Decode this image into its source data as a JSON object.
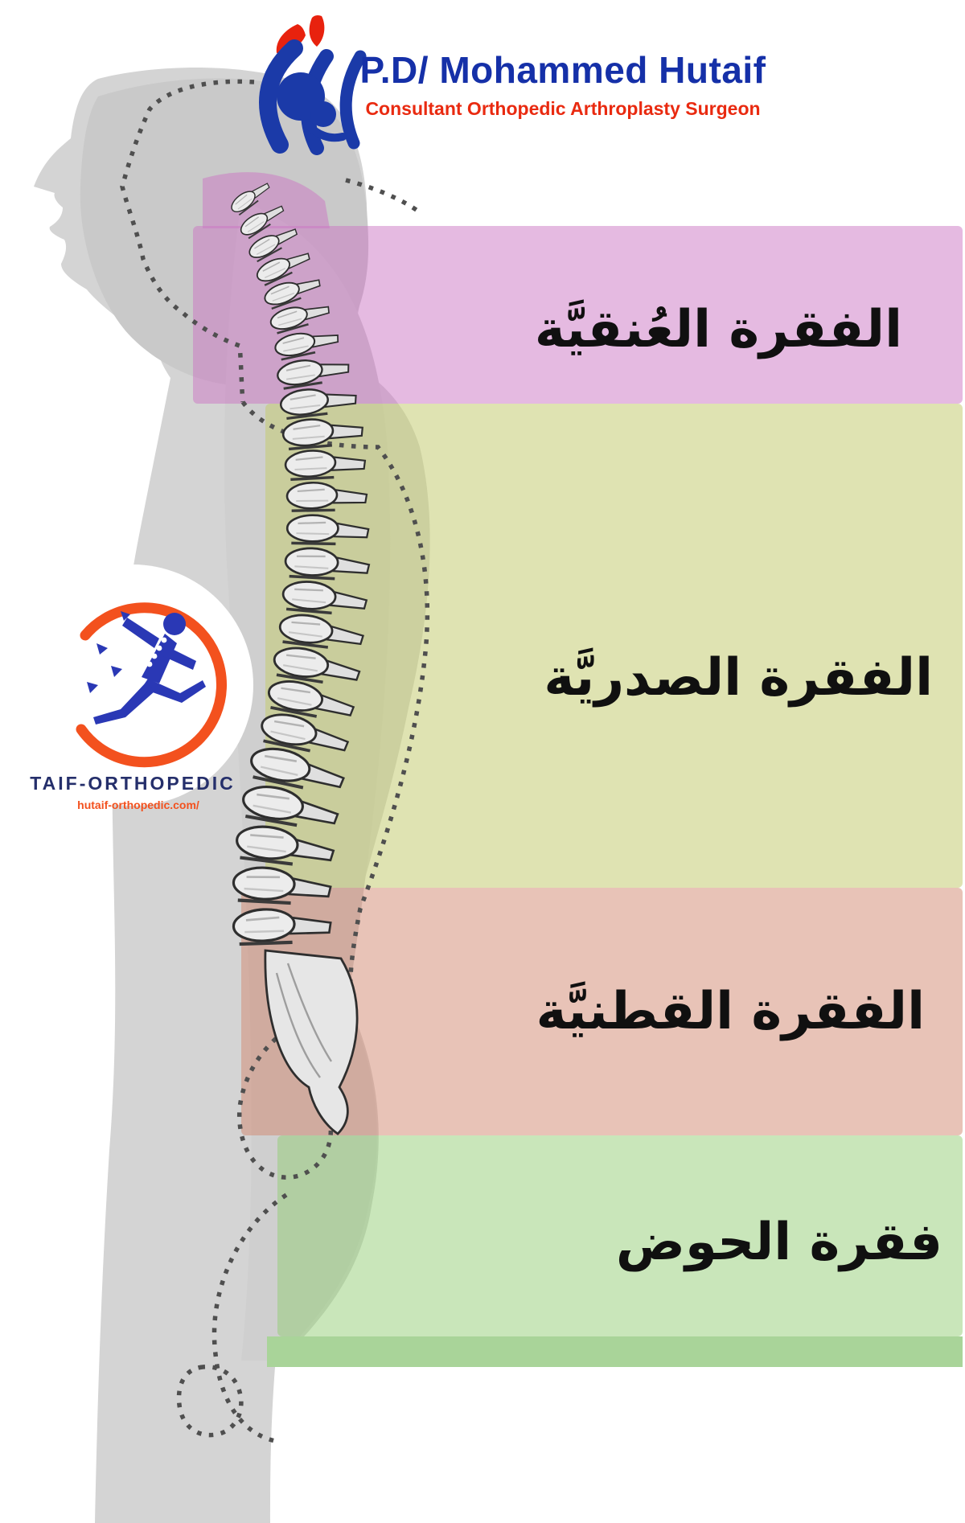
{
  "header": {
    "title": "P.D/ Mohammed Hutaif",
    "subtitle": "Consultant Orthopedic Arthroplasty Surgeon",
    "title_color": "#1530A8",
    "subtitle_color": "#E92A10"
  },
  "brand_badge": {
    "name": "TAIF-ORTHOPEDIC",
    "url": "hutaif-orthopedic.com/",
    "name_color": "#252F6B",
    "url_color": "#F3511E"
  },
  "bands": [
    {
      "label": "الفقرة العُنقيَّة",
      "color_hex": "#CB75C3"
    },
    {
      "label": "الفقرة الصدريَّة",
      "color_hex": "#C5CC73"
    },
    {
      "label": "الفقرة القطنيَّة",
      "color_hex": "#D1876F"
    },
    {
      "label": "فقرة الحوض",
      "color_hex": "#93CD75"
    }
  ],
  "colors": {
    "silhouette_gray": "#D4D4D4",
    "head_gray": "#C9C9C9",
    "dotted_outline": "#4F4F4F",
    "footer_strip_green": "#A9D499",
    "logo_blue": "#1B3AA8",
    "logo_red": "#E8220E",
    "runner_blue": "#2A38B5",
    "runner_arc_orange": "#F3511E"
  }
}
